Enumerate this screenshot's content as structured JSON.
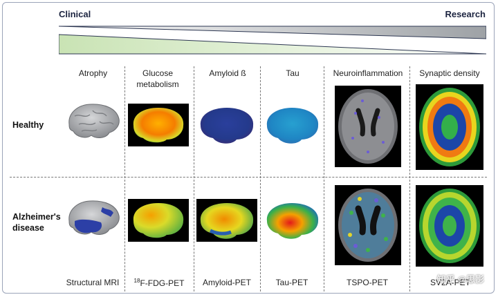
{
  "axis": {
    "left_label": "Clinical",
    "right_label": "Research"
  },
  "columns": [
    {
      "header": "Atrophy",
      "modality": "Structural MRI"
    },
    {
      "header": "Glucose metabolism",
      "modality_sup": "18",
      "modality": "F-FDG-PET"
    },
    {
      "header": "Amyloid ß",
      "modality": "Amyloid-PET"
    },
    {
      "header": "Tau",
      "modality": "Tau-PET"
    },
    {
      "header": "Neuroinflammation",
      "modality": "TSPO-PET"
    },
    {
      "header": "Synaptic density",
      "modality": "SV2A-PET"
    }
  ],
  "rows": [
    {
      "label": "Healthy"
    },
    {
      "label_line1": "Alzheimer's",
      "label_line2": "disease"
    }
  ],
  "watermark": "知乎 @思影",
  "colors": {
    "wedge_top": "#a9adb2",
    "wedge_bottom": "#c9e3b4",
    "frame": "#9aa3b8"
  }
}
